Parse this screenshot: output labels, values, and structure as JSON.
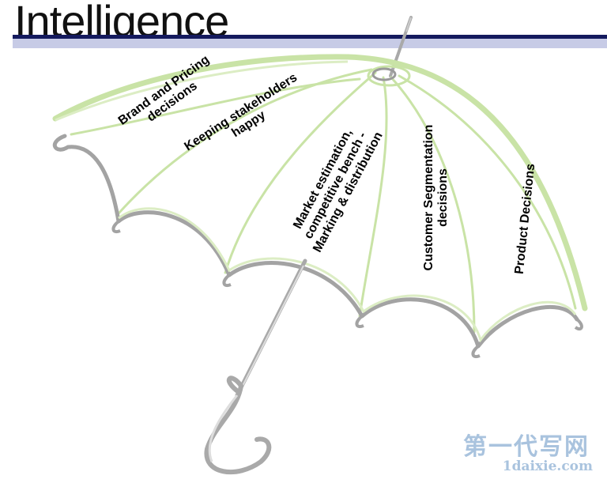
{
  "slide": {
    "title": "Intelligence"
  },
  "segments": [
    {
      "lines": [
        "Brand and Pricing",
        "decisions"
      ]
    },
    {
      "lines": [
        "Keeping stakeholders",
        "happy"
      ]
    },
    {
      "lines": [
        "Market estimation,",
        "competitive bench -",
        "Marking & distribution"
      ]
    },
    {
      "lines": [
        "Customer Segmentation",
        "decisions"
      ]
    },
    {
      "lines": [
        "Product Decisions"
      ]
    }
  ],
  "watermark": {
    "chinese": "第一代写网",
    "url": "1daixie.com"
  },
  "colors": {
    "title_rule": "#141a5e",
    "title_rule_light": "#c7cbe6",
    "canopy_green": "#c9e3a6",
    "frame_gray": "#9a9a9a",
    "watermark": "#a9c3de"
  }
}
